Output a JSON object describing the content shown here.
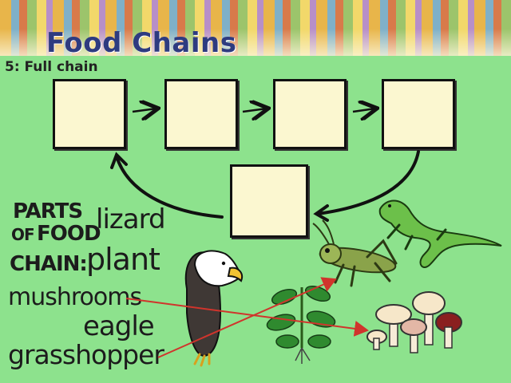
{
  "header": {
    "title": "Food Chains"
  },
  "slide": {
    "subtitle": "5:  Full chain"
  },
  "parts": {
    "heading_line1": "PARTS",
    "heading_line2_a": "OF",
    "heading_line2_b": "FOOD",
    "heading_line3": "CHAIN:"
  },
  "words": {
    "lizard": "lizard",
    "plant": "plant",
    "mushrooms": "mushrooms",
    "eagle": "eagle",
    "grasshopper": "grasshopper"
  },
  "colors": {
    "panel": "#8de28d",
    "box_fill": "#fbf7d0",
    "title": "#2e3b80",
    "connector_lines": "#d0342c"
  }
}
